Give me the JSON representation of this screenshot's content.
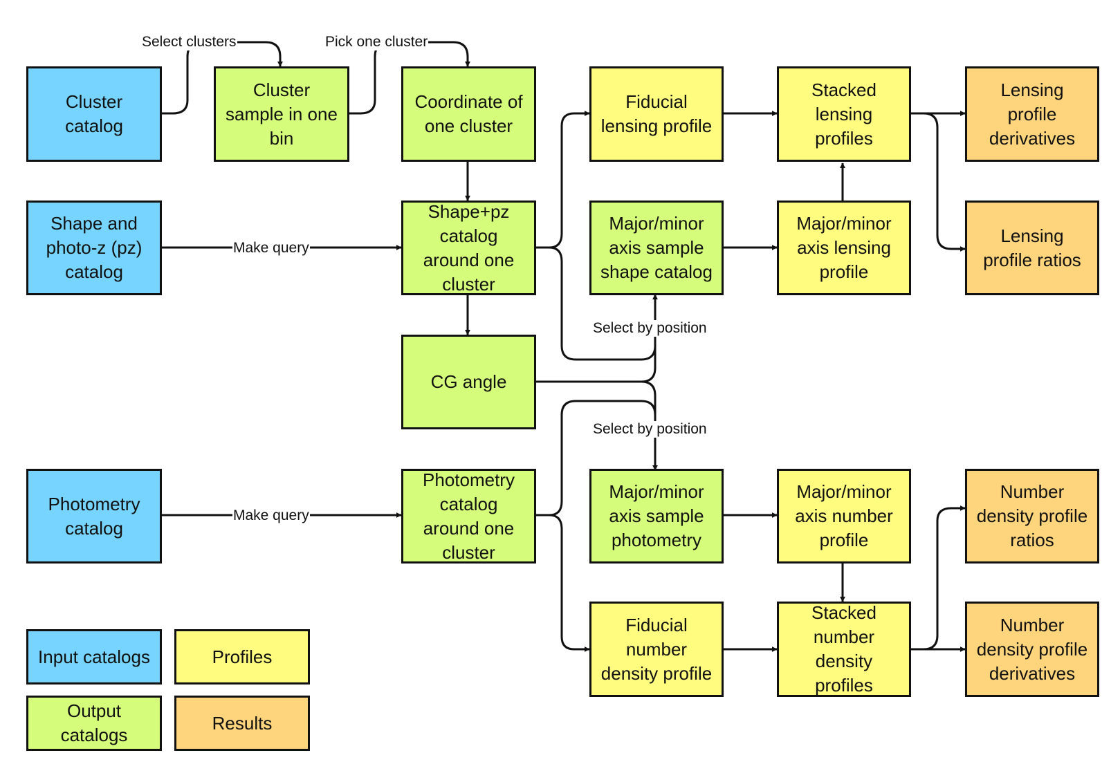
{
  "colors": {
    "input": "#77D4FF",
    "output": "#D5FC7A",
    "profile": "#FFFC7F",
    "result": "#FED47D",
    "line": "#111111"
  },
  "nodes": {
    "cluster_catalog": {
      "text": "Cluster\ncatalog",
      "kind": "input"
    },
    "cluster_sample": {
      "text": "Cluster\nsample in one\nbin",
      "kind": "output"
    },
    "coordinate": {
      "text": "Coordinate of\none cluster",
      "kind": "output"
    },
    "fiducial_lensing": {
      "text": "Fiducial\nlensing profile",
      "kind": "profile"
    },
    "stacked_lensing": {
      "text": "Stacked\nlensing\nprofiles",
      "kind": "profile"
    },
    "lensing_derivatives": {
      "text": "Lensing\nprofile\nderivatives",
      "kind": "result"
    },
    "shape_pz_catalog": {
      "text": "Shape and\nphoto-z (pz)\ncatalog",
      "kind": "input"
    },
    "shape_pz_around": {
      "text": "Shape+pz\ncatalog\naround one\ncluster",
      "kind": "output"
    },
    "major_shape": {
      "text": "Major/minor\naxis sample\nshape catalog",
      "kind": "output"
    },
    "major_lensing": {
      "text": "Major/minor\naxis lensing\nprofile",
      "kind": "profile"
    },
    "lensing_ratios": {
      "text": "Lensing\nprofile ratios",
      "kind": "result"
    },
    "cg_angle": {
      "text": "CG angle",
      "kind": "output"
    },
    "photometry_catalog": {
      "text": "Photometry\ncatalog",
      "kind": "input"
    },
    "photometry_around": {
      "text": "Photometry\ncatalog\naround one\ncluster",
      "kind": "output"
    },
    "major_photometry": {
      "text": "Major/minor\naxis sample\nphotometry",
      "kind": "output"
    },
    "major_number": {
      "text": "Major/minor\naxis number\nprofile",
      "kind": "profile"
    },
    "number_ratios": {
      "text": "Number\ndensity profile\nratios",
      "kind": "result"
    },
    "fiducial_number": {
      "text": "Fiducial\nnumber\ndensity profile",
      "kind": "profile"
    },
    "stacked_number": {
      "text": "Stacked\nnumber\ndensity\nprofiles",
      "kind": "profile"
    },
    "number_derivatives": {
      "text": "Number\ndensity profile\nderivatives",
      "kind": "result"
    },
    "legend_input": {
      "text": "Input catalogs",
      "kind": "input"
    },
    "legend_profiles": {
      "text": "Profiles",
      "kind": "profile"
    },
    "legend_output": {
      "text": "Output\ncatalogs",
      "kind": "output"
    },
    "legend_results": {
      "text": "Results",
      "kind": "result"
    }
  },
  "edge_labels": {
    "select_clusters": "Select clusters",
    "pick_one": "Pick one cluster",
    "make_query_shape": "Make query",
    "make_query_photo": "Make query",
    "select_pos_upper": "Select by position",
    "select_pos_lower": "Select by position"
  }
}
